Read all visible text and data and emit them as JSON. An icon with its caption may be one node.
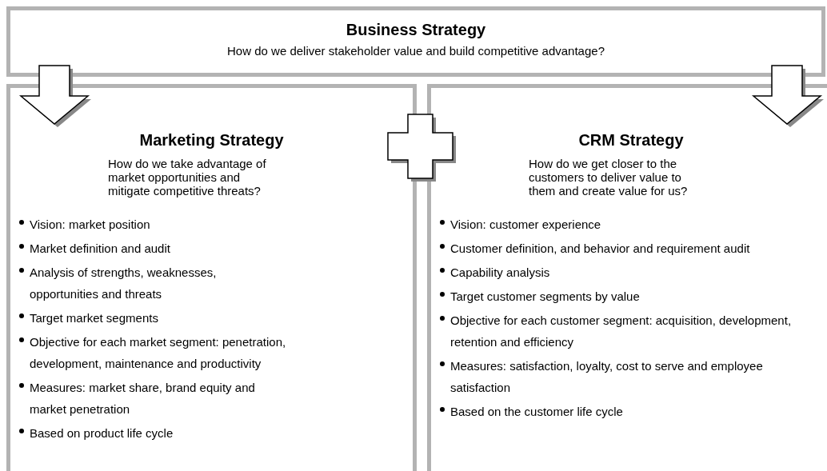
{
  "diagram": {
    "nodes": [
      {
        "text": [
          "Business Strategy",
          "How do we deliver stakeholder value and build competitive advantage?"
        ]
      },
      {
        "text": [
          "Marketing Strategy",
          "How do we take advantage of market opportunities and mitigate competitive threats?",
          "Vision: market position",
          "Market definition and audit",
          "Analysis of strengths, weaknesses, opportunities and threats",
          "Target market segments",
          "Objective for each market segment: penetration, development, maintenance and productivity",
          "Measures: market share, brand equity and market penetration",
          "Based on product life cycle"
        ]
      },
      {
        "text": [
          "CRM Strategy",
          "How do we get closer to the customers to deliver value to them and create value for us?",
          "Vision: customer experience",
          "Customer definition, and behavior and requirement audit",
          "Capability analysis",
          "Target customer segments by value",
          "Objective for each customer segment: acquisition, development, retention and efficiency",
          "Measures: satisfaction, loyalty, cost to serve and employee satisfaction",
          "Based on the customer life cycle"
        ]
      }
    ],
    "edges": [
      {
        "from": 0,
        "to": 1,
        "arrow": "to",
        "style": "thick"
      },
      {
        "from": 0,
        "to": 2,
        "arrow": "to",
        "style": "thick"
      }
    ]
  }
}
